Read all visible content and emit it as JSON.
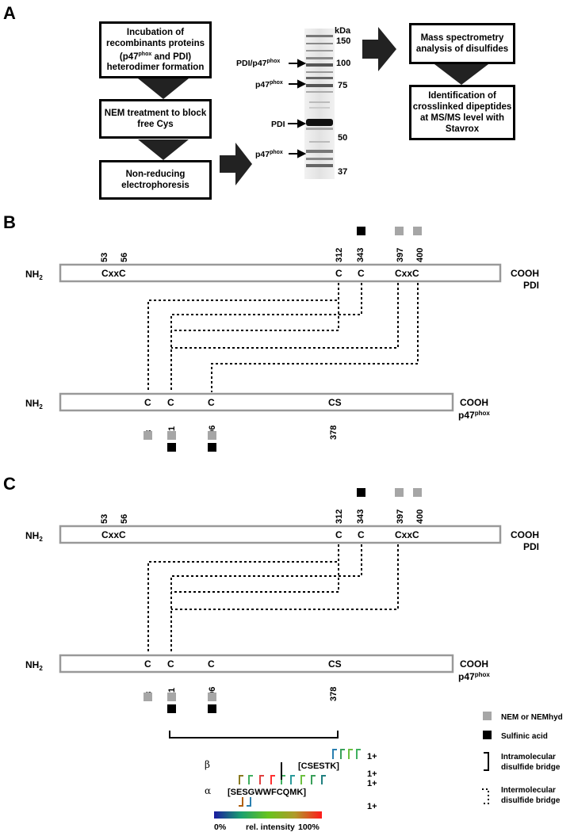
{
  "panels": {
    "a": "A",
    "b": "B",
    "c": "C"
  },
  "flow": {
    "box1": "Incubation of recombinants proteins (p47",
    "box1_sup": "phox",
    "box1_tail": " and PDI) heterodimer formation",
    "box2": "NEM treatment to block free Cys",
    "box3": "Non-reducing electrophoresis",
    "box4": "Mass spectrometry analysis of disulfides",
    "box5": "Identification of crosslinked dipeptides at MS/MS level with Stavrox"
  },
  "gel": {
    "unit": "kDa",
    "markers": [
      "150",
      "100",
      "75",
      "50",
      "37"
    ],
    "band_labels": [
      {
        "text": "PDI/p47",
        "sup": "phox"
      },
      {
        "text": "p47",
        "sup": "phox"
      },
      {
        "text": "PDI",
        "sup": ""
      },
      {
        "text": "p47",
        "sup": "phox"
      }
    ]
  },
  "pdi": {
    "nh2": "NH",
    "nh2_sub": "2",
    "cooh": "COOH",
    "name": "PDI",
    "residues": [
      "53",
      "56",
      "312",
      "343",
      "397",
      "400"
    ],
    "motif_left": "CxxC",
    "c312": "C",
    "c343": "C",
    "motif_right": "CxxC"
  },
  "p47": {
    "nh2": "NH",
    "nh2_sub": "2",
    "cooh": "COOH",
    "name": "p47",
    "name_sup": "phox",
    "residues": [
      "98",
      "111",
      "196",
      "378"
    ],
    "c98": "C",
    "c111": "C",
    "c196": "C",
    "cs": "CS"
  },
  "ms": {
    "beta": "β",
    "alpha": "α",
    "beta_peptide": "[CSESTK]",
    "alpha_peptide": "[SESGWWFCQMK]",
    "charges": [
      "1+",
      "1+",
      "1+",
      "1+"
    ],
    "scale_min": "0%",
    "scale_label": "rel. intensity",
    "scale_max": "100%"
  },
  "legend": {
    "nem": "NEM or NEMhyd",
    "sulfinic": "Sulfinic acid",
    "intra": [
      "Intramolecular",
      "disulfide bridge"
    ],
    "inter": [
      "Intermolecular",
      "disulfide bridge"
    ]
  },
  "colors": {
    "nem": "#a6a6a6",
    "sulfinic": "#000000",
    "protein_border": "#999999"
  }
}
